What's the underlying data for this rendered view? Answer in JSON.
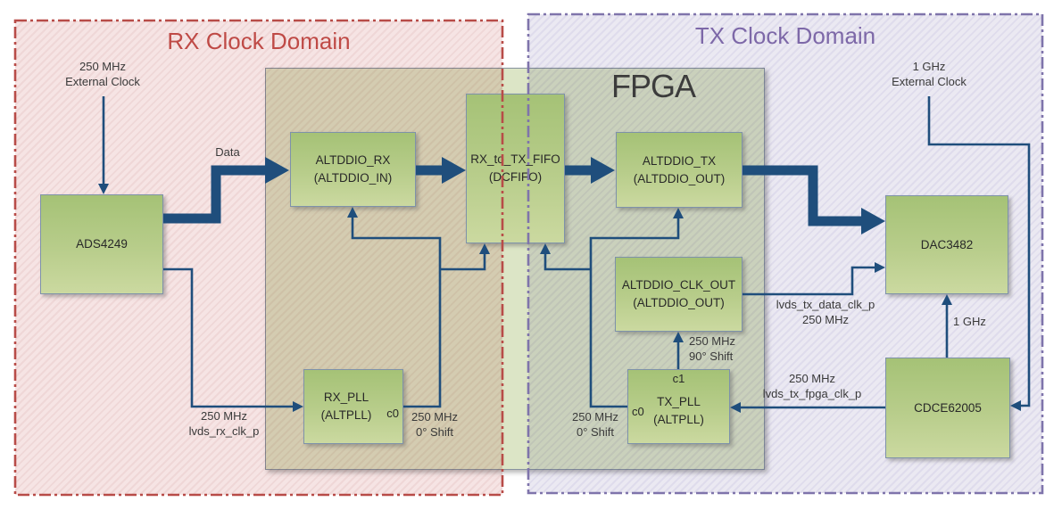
{
  "diagram": {
    "rx_domain_title": "RX Clock Domain",
    "tx_domain_title": "TX Clock Domain",
    "fpga_label": "FPGA",
    "colors": {
      "wire_navy": "#1f4e7c",
      "rx_border_red": "#b84c48",
      "tx_border_purple": "#7f74ab",
      "block_green_top": "#a5c276",
      "block_green_bottom": "#cbd9a0",
      "fpga_fill": "#dce5c6",
      "rx_fill_pink": "#f6e4e4",
      "tx_fill_lavender": "#ebe9f2"
    }
  },
  "blocks": {
    "ads4249": {
      "line1": "ADS4249"
    },
    "altddio_rx": {
      "line1": "ALTDDIO_RX",
      "line2": "(ALTDDIO_IN)"
    },
    "fifo": {
      "line1": "RX_to_TX_FIFO",
      "line2": "(DCFIFO)"
    },
    "altddio_tx": {
      "line1": "ALTDDIO_TX",
      "line2": "(ALTDDIO_OUT)"
    },
    "altddio_clk_out": {
      "line1": "ALTDDIO_CLK_OUT",
      "line2": "(ALTDDIO_OUT)"
    },
    "rx_pll": {
      "line1": "RX_PLL",
      "line2": "(ALTPLL)",
      "port_c0": "c0"
    },
    "tx_pll": {
      "line1": "TX_PLL",
      "line2": "(ALTPLL)",
      "port_c0": "c0",
      "port_c1": "c1"
    },
    "dac3482": {
      "line1": "DAC3482"
    },
    "cdce62005": {
      "line1": "CDCE62005"
    }
  },
  "labels": {
    "rx_ext_clock": {
      "line1": "250 MHz",
      "line2": "External Clock"
    },
    "data": {
      "line1": "Data"
    },
    "rx_clk_in": {
      "line1": "250 MHz",
      "line2": "lvds_rx_clk_p"
    },
    "rx_pll_out": {
      "line1": "250 MHz",
      "line2": "0° Shift"
    },
    "tx_pll_c0": {
      "line1": "250 MHz",
      "line2": "0° Shift"
    },
    "tx_pll_c1": {
      "line1": "250 MHz",
      "line2": "90° Shift"
    },
    "tx_data_clk": {
      "line1": "lvds_tx_data_clk_p",
      "line2": "250 MHz"
    },
    "tx_fpga_clk": {
      "line1": "250 MHz",
      "line2": "lvds_tx_fpga_clk_p"
    },
    "dac_clk": {
      "line1": "1 GHz"
    },
    "tx_ext_clock": {
      "line1": "1 GHz",
      "line2": "External Clock"
    }
  }
}
